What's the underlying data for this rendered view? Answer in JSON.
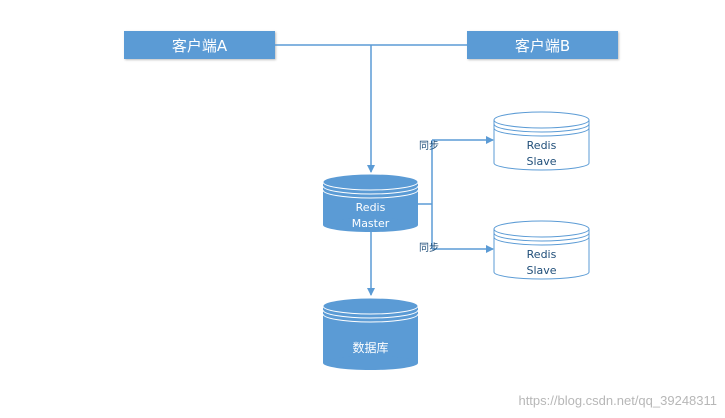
{
  "clients": {
    "a": "客户端A",
    "b": "客户端B"
  },
  "master": {
    "line1": "Redis",
    "line2": "Master"
  },
  "slave_top": {
    "line1": "Redis",
    "line2": "Slave"
  },
  "slave_bottom": {
    "line1": "Redis",
    "line2": "Slave"
  },
  "database": "数据库",
  "sync_labels": [
    "同步",
    "同步"
  ],
  "watermark": "https://blog.csdn.net/qq_39248311",
  "colors": {
    "accent": "#5b9bd5",
    "line": "#5b9bd5",
    "slave_fill": "#ffffff",
    "slave_text": "#1f4e79"
  }
}
